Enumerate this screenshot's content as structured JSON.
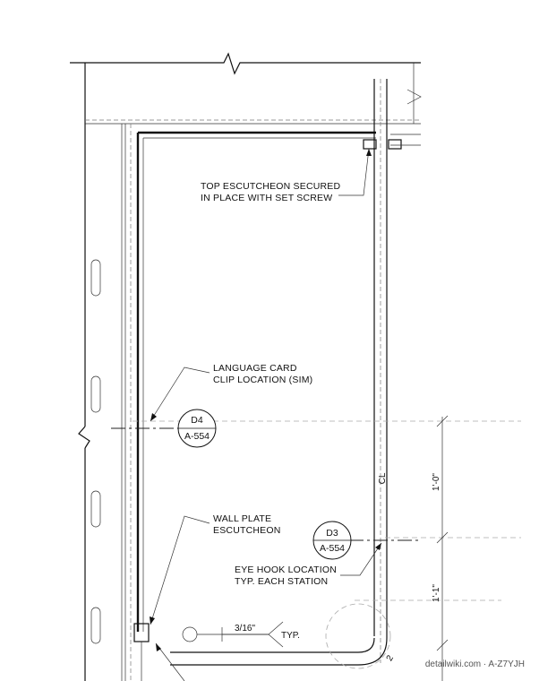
{
  "notes": {
    "top_escutcheon": [
      "TOP ESCUTCHEON SECURED",
      "IN PLACE WITH SET SCREW"
    ],
    "language_card": [
      "LANGUAGE CARD",
      "CLIP LOCATION (SIM)"
    ],
    "wall_plate": [
      "WALL PLATE",
      "ESCUTCHEON"
    ],
    "eye_hook": [
      "EYE HOOK LOCATION",
      "TYP. EACH STATION"
    ]
  },
  "detail_tags": [
    {
      "id": "D4",
      "sheet": "A-554"
    },
    {
      "id": "D3",
      "sheet": "A-554"
    }
  ],
  "dimensions": {
    "upper": "1'-0\"",
    "lower": "1'-1\"",
    "weld_size": "3/16\"",
    "weld_note": "TYP.",
    "radius_partial": "2"
  },
  "centerline_symbol": "CL",
  "watermark": "detailwiki.com · A-Z7YJH"
}
